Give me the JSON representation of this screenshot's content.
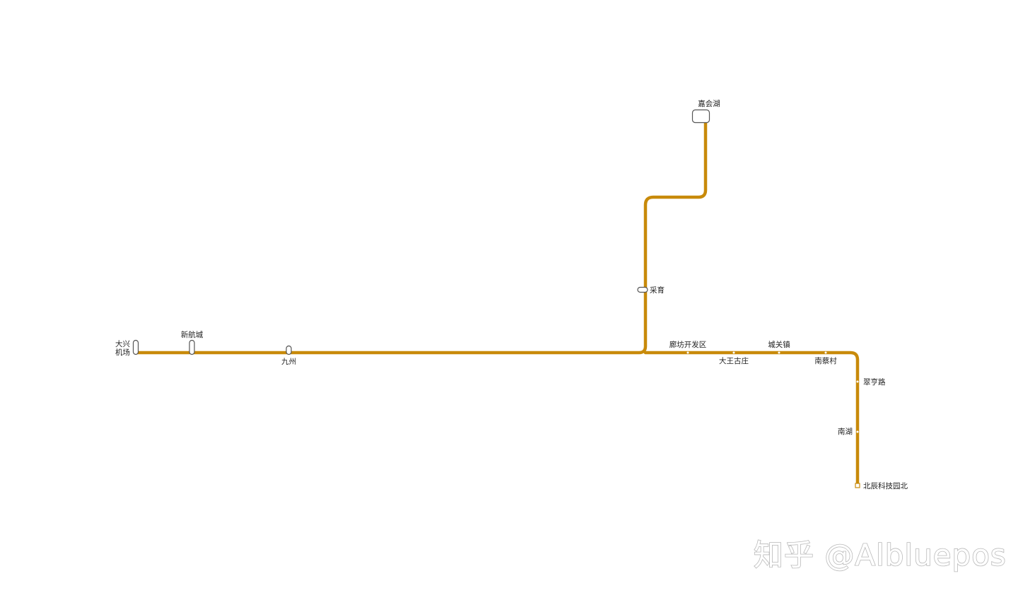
{
  "line": {
    "color": "#c88a0a",
    "stations": [
      {
        "id": "daxing-jichang",
        "name_lines": [
          "大兴",
          "机场"
        ],
        "kind": "interchange-vertical"
      },
      {
        "id": "xinhangcheng",
        "name_lines": [
          "新航城"
        ],
        "kind": "interchange-vertical"
      },
      {
        "id": "jiuzhou",
        "name_lines": [
          "九州"
        ],
        "kind": "interchange-small"
      },
      {
        "id": "caiyu",
        "name_lines": [
          "采育"
        ],
        "kind": "interchange-horizontal"
      },
      {
        "id": "jiahuihu",
        "name_lines": [
          "嘉会湖"
        ],
        "kind": "interchange-large"
      },
      {
        "id": "langfang-kaifaqu",
        "name_lines": [
          "廊坊开发区"
        ],
        "kind": "tick"
      },
      {
        "id": "dawang-guzhuang",
        "name_lines": [
          "大王古庄"
        ],
        "kind": "tick"
      },
      {
        "id": "chengguan-zhen",
        "name_lines": [
          "城关镇"
        ],
        "kind": "tick"
      },
      {
        "id": "nancai-cun",
        "name_lines": [
          "南蔡村"
        ],
        "kind": "tick"
      },
      {
        "id": "cuiheng-lu",
        "name_lines": [
          "翠亨路"
        ],
        "kind": "tick"
      },
      {
        "id": "nanhu",
        "name_lines": [
          "南湖"
        ],
        "kind": "tick"
      },
      {
        "id": "beichen-kejiyuan-bei",
        "name_lines": [
          "北辰科技园北"
        ],
        "kind": "terminal"
      }
    ]
  },
  "watermark": {
    "text": "知乎 @Albluepos"
  }
}
